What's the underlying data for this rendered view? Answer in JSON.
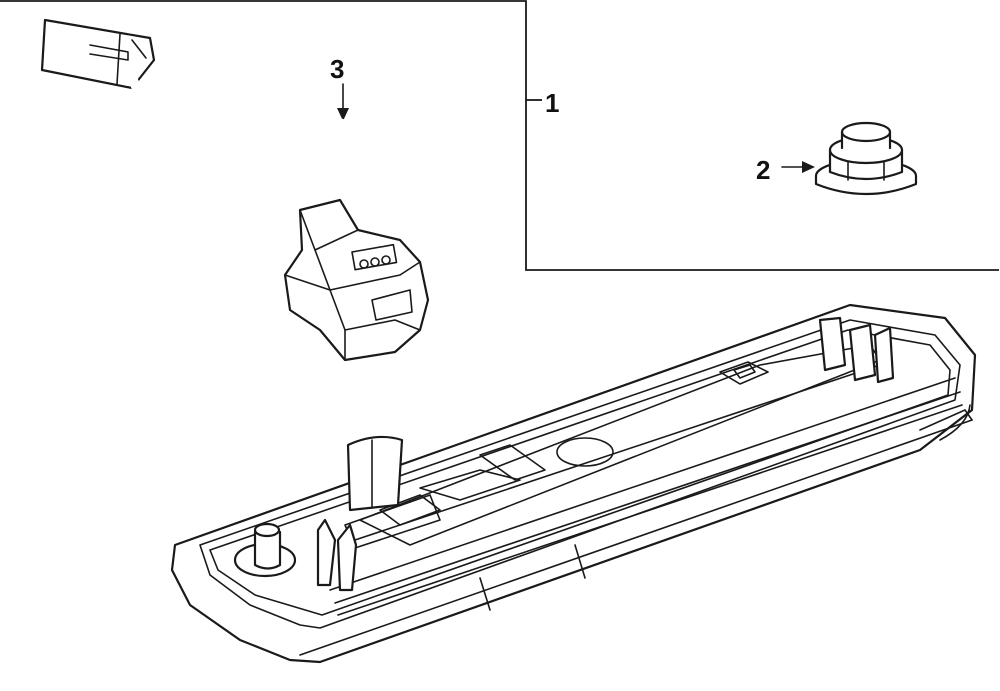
{
  "callouts": {
    "one": "1",
    "two": "2",
    "three": "3"
  },
  "colors": {
    "line": "#1a1a1a",
    "background": "#ffffff"
  }
}
